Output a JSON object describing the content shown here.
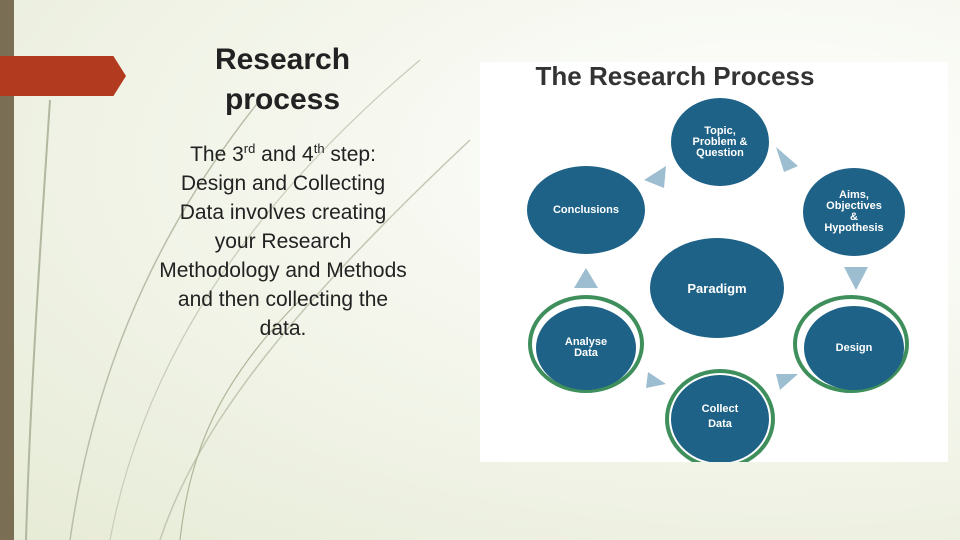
{
  "slide": {
    "title_line1": "Research",
    "title_line2": "process",
    "body": {
      "p1a": "The 3",
      "sup1": "rd",
      "p1b": " and 4",
      "sup2": "th",
      "p1c": " step:",
      "rest": "Design and Collecting Data involves creating your Research Methodology and Methods and then collecting the data."
    }
  },
  "diagram": {
    "title": "The Research Process",
    "nodes": {
      "topic": [
        "Topic,",
        "Problem &",
        "Question"
      ],
      "aims": [
        "Aims,",
        "Objectives",
        "&",
        "Hypothesis"
      ],
      "design": [
        "Design"
      ],
      "collect": [
        "Collect",
        "Data"
      ],
      "analyse": [
        "Analyse",
        "Data"
      ],
      "conclusions": [
        "Conclusions"
      ],
      "paradigm": [
        "Paradigm"
      ]
    },
    "colors": {
      "node_fill": "#1f6287",
      "arrow": "#9dbdd0",
      "highlight_ring": "#3f8f5d",
      "accent_red": "#b23a1e"
    }
  }
}
